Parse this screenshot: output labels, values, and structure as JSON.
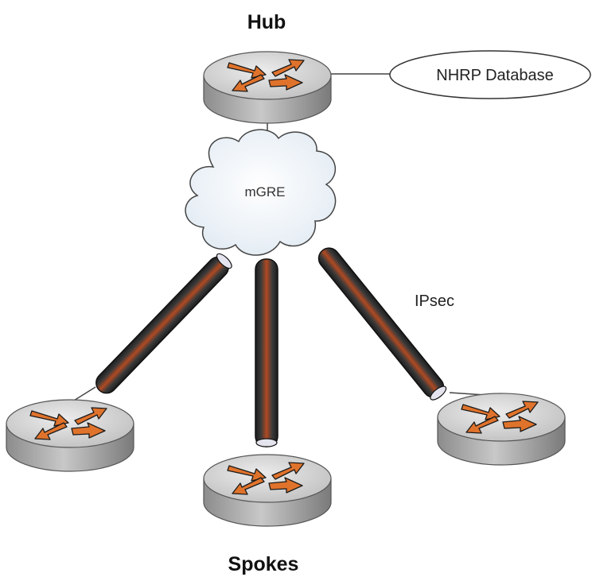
{
  "hub": {
    "title": "Hub"
  },
  "database": {
    "label": "NHRP Database"
  },
  "cloud": {
    "label": "mGRE"
  },
  "tunnel": {
    "label": "IPsec"
  },
  "spokes": {
    "title": "Spokes"
  },
  "colors": {
    "router_top": "#d4d4d4",
    "router_side": "#a8a8a8",
    "arrow": "#e0732c",
    "tube_dark": "#2a2a2a",
    "tube_core": "#8a3a20",
    "cloud_fill": "#eef3f8"
  }
}
